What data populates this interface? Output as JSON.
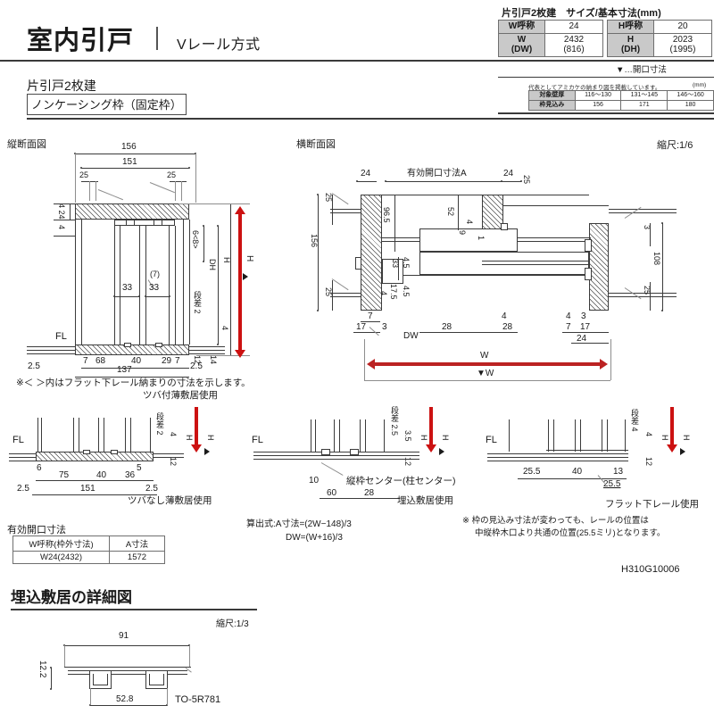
{
  "header": {
    "title": "室内引戸",
    "divider": "|",
    "subtitle": "Vレール方式",
    "type_name": "片引戸2枚建",
    "frame_tag": "ノンケーシング枠（固定枠）"
  },
  "size_table": {
    "title": "片引戸2枚建　サイズ/基本寸法(mm)",
    "w_label": "W呼称",
    "w_value": "24",
    "h_label": "H呼称",
    "h_value": "20",
    "w_dim_label": "W\n(DW)",
    "w_dim_label_l1": "W",
    "w_dim_label_l2": "(DW)",
    "w_dim_value_l1": "2432",
    "w_dim_value_l2": "(816)",
    "h_dim_label_l1": "H",
    "h_dim_label_l2": "(DH)",
    "h_dim_value_l1": "2023",
    "h_dim_value_l2": "(1995)",
    "opening_note": "▼…開口寸法"
  },
  "wall_table": {
    "note": "代表としてアミカケの納まり図を掲載しています。",
    "unit": "(mm)",
    "row1_label": "対象壁厚",
    "row1_values": [
      "116〜130",
      "131〜145",
      "146〜160"
    ],
    "row2_label": "枠見込み",
    "row2_values": [
      "156",
      "171",
      "180"
    ]
  },
  "vertical_section": {
    "caption": "縦断面図",
    "dims": {
      "top_outer": "156",
      "top_inner": "151",
      "left_25": "25",
      "right_25": "25",
      "v_4_24": "4  24",
      "v_4": "4",
      "v_6_8": "6<8>",
      "v_dh": "DH",
      "v_h": "H",
      "v_h_arrow": "H",
      "v_step2": "段差 2",
      "v_4b": "4",
      "d_7_paren": "(7)",
      "d_33a": "33",
      "d_33b": "33",
      "fl": "FL",
      "b_68": "68",
      "b_40": "40",
      "b_29": "29",
      "b_12": "12",
      "b_14": "14",
      "b_25a": "2.5",
      "b_7a": "7",
      "b_137": "137",
      "b_7b": "7",
      "b_25b": "2.5"
    },
    "note": "※＜ ＞内はフラット下レール納まりの寸法を示します。",
    "usage": "ツバ付薄敷居使用"
  },
  "horizontal_section": {
    "caption": "横断面図",
    "scale": "縮尺:1/6",
    "dims": {
      "t_24a": "24",
      "t_eff": "有効開口寸法A",
      "t_24b": "24",
      "t_25r": "25",
      "l_25a": "25",
      "l_156": "156",
      "l_25b": "25",
      "i_965": "96.5",
      "i_52": "52",
      "i_9": "9",
      "i_4": "4",
      "i_1": "1",
      "i_33": "33",
      "i_45a": "4.5",
      "i_45b": "4.5",
      "i_175": "17.5",
      "i_4b": "4",
      "r_3": "3",
      "r_108": "108",
      "r_25": "25",
      "b_7a": "7",
      "b_17a": "17",
      "b_3a": "3",
      "b_dw": "DW",
      "b_28a": "28",
      "b_4c": "4",
      "b_28b": "28",
      "b_4d": "4",
      "b_3b": "3",
      "b_7b": "7",
      "b_17b": "17",
      "b_24": "24",
      "b_w": "W",
      "b_w_open": "▼W"
    }
  },
  "detail_a": {
    "fl": "FL",
    "step": "段差 2",
    "v4": "4",
    "v12": "12",
    "h_left": "H",
    "h_right": "H",
    "d6": "6",
    "d75": "75",
    "d40": "40",
    "d36": "36",
    "d5": "5",
    "d25a": "2.5",
    "d151": "151",
    "d25b": "2.5",
    "usage": "ツバなし薄敷居使用"
  },
  "detail_b": {
    "fl": "FL",
    "step": "段差 2.5",
    "v35": "3.5",
    "v12": "12",
    "h_left": "H",
    "h_right": "H",
    "d10": "10",
    "d60": "60",
    "d28": "28",
    "center_note": "縦枠センター(柱センター)",
    "usage": "埋込敷居使用"
  },
  "detail_c": {
    "fl": "FL",
    "step": "段差 4",
    "v4": "4",
    "v12": "12",
    "h_left": "H",
    "h_right": "H",
    "d255a": "25.5",
    "d40": "40",
    "d13": "13",
    "d255b": "25.5",
    "usage": "フラット下レール使用"
  },
  "effective_table": {
    "title": "有効開口寸法",
    "headers": [
      "W呼称(枠外寸法)",
      "A寸法"
    ],
    "rows": [
      [
        "W24(2432)",
        "1572"
      ]
    ]
  },
  "formula": {
    "line1": "算出式:A寸法=(2W−148)/3",
    "line2": "DW=(W+16)/3"
  },
  "rail_note": {
    "line1": "※ 枠の見込み寸法が変わっても、レールの位置は",
    "line2": "中縦枠木口より共通の位置(25.5ミリ)となります。"
  },
  "product_code": "H310G10006",
  "detail_drawing": {
    "title": "埋込敷居の詳細図",
    "scale": "縮尺:1/3",
    "d91": "91",
    "d122": "12.2",
    "d528": "52.8",
    "part_code": "TO-5R781"
  },
  "colors": {
    "red_arrow": "#cc1111",
    "table_header_bg": "#c9c9c9",
    "line": "#3b3b3b"
  }
}
